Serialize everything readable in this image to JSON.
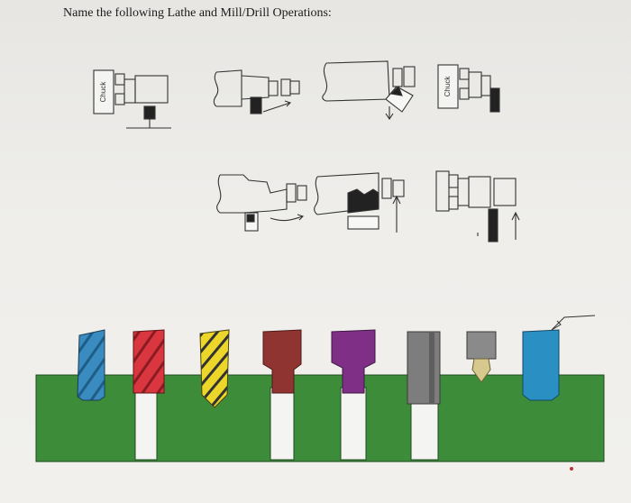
{
  "document": {
    "title": "Name the following Lathe and Mill/Drill Operations:",
    "chuck_label": "Chuck"
  },
  "colors": {
    "paper": "#eeede9",
    "ink": "#1f1f1f",
    "plate_green": "#3c8c3a",
    "cutters": [
      "#3a8bbf",
      "#d9363f",
      "#ecd62a",
      "#8f3430",
      "#7f2f86",
      "#7d7d7d",
      "#8a8a8a",
      "#2a8fc2"
    ]
  },
  "lathe_operations": [
    {
      "id": "op-1",
      "icon": "chuck-facing-diagram"
    },
    {
      "id": "op-2",
      "icon": "turning-diagram"
    },
    {
      "id": "op-3",
      "icon": "chamfer-diagram"
    },
    {
      "id": "op-4",
      "icon": "chuck-parting-diagram"
    },
    {
      "id": "op-5",
      "icon": "taper-turning-diagram"
    },
    {
      "id": "op-6",
      "icon": "step-turning-diagram"
    },
    {
      "id": "op-7",
      "icon": "boring-diagram"
    }
  ],
  "mill_drill_tools": [
    {
      "id": "tool-1",
      "type": "spiral-end-mill",
      "color": "#3a8bbf"
    },
    {
      "id": "tool-2",
      "type": "spiral-end-mill",
      "color": "#d9363f"
    },
    {
      "id": "tool-3",
      "type": "spiral-drill",
      "color": "#ecd62a"
    },
    {
      "id": "tool-4",
      "type": "counterbore",
      "color": "#8f3430"
    },
    {
      "id": "tool-5",
      "type": "counterbore",
      "color": "#7f2f86"
    },
    {
      "id": "tool-6",
      "type": "reamer",
      "color": "#7d7d7d"
    },
    {
      "id": "tool-7",
      "type": "countersink",
      "color": "#8a8a8a"
    },
    {
      "id": "tool-8",
      "type": "tap",
      "color": "#2a8fc2"
    }
  ]
}
